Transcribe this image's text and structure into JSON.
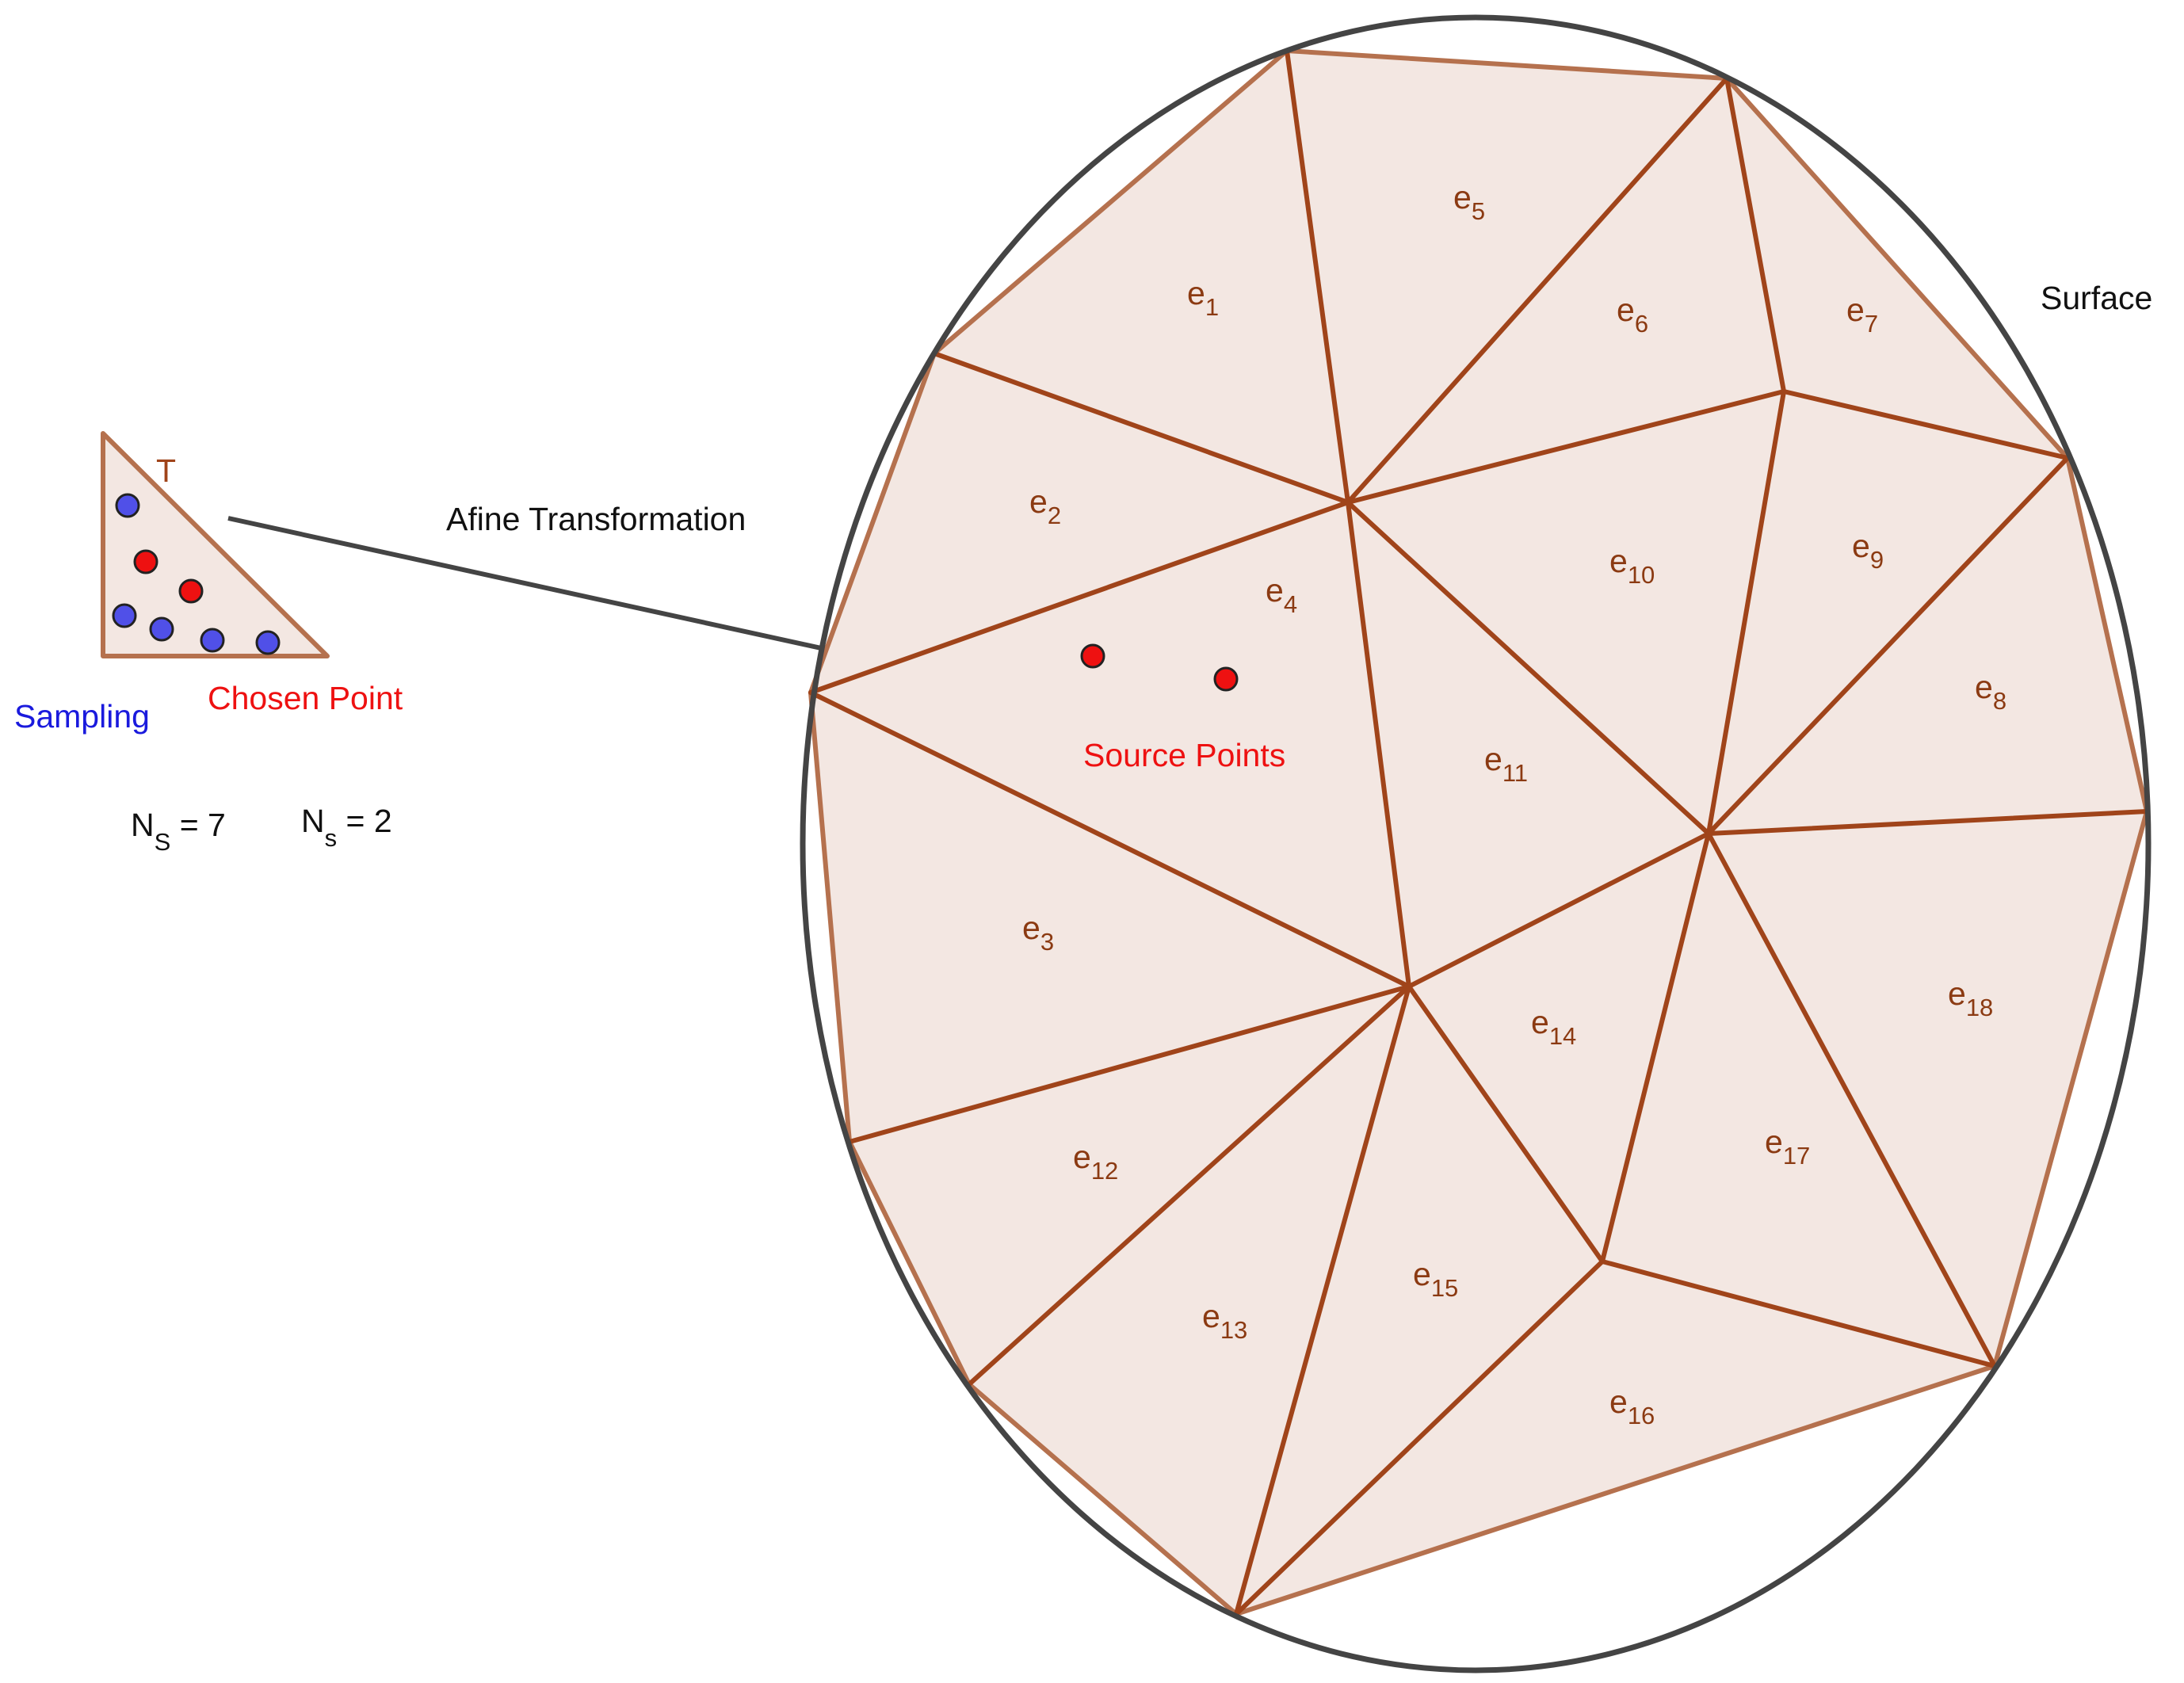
{
  "labels": {
    "reference_triangle": "T",
    "transformation": "Afine Transformation",
    "sampling": "Sampling",
    "chosen_point": "Chosen Point",
    "source_points": "Source Points",
    "surface": "Surface",
    "n_sampling_base": "N",
    "n_sampling_sub": "S",
    "n_sampling_value": " = 7",
    "n_source_base": "N",
    "n_source_sub": "s",
    "n_source_value": " = 2"
  },
  "elements": [
    {
      "base": "e",
      "sub": "1"
    },
    {
      "base": "e",
      "sub": "2"
    },
    {
      "base": "e",
      "sub": "3"
    },
    {
      "base": "e",
      "sub": "4"
    },
    {
      "base": "e",
      "sub": "5"
    },
    {
      "base": "e",
      "sub": "6"
    },
    {
      "base": "e",
      "sub": "7"
    },
    {
      "base": "e",
      "sub": "8"
    },
    {
      "base": "e",
      "sub": "9"
    },
    {
      "base": "e",
      "sub": "10"
    },
    {
      "base": "e",
      "sub": "11"
    },
    {
      "base": "e",
      "sub": "12"
    },
    {
      "base": "e",
      "sub": "13"
    },
    {
      "base": "e",
      "sub": "14"
    },
    {
      "base": "e",
      "sub": "15"
    },
    {
      "base": "e",
      "sub": "16"
    },
    {
      "base": "e",
      "sub": "17"
    },
    {
      "base": "e",
      "sub": "18"
    }
  ],
  "colors": {
    "mesh_edge": "#A0441A",
    "boundary_edge": "#B5714E",
    "mesh_fill": "#F3E7E2",
    "surface_outline": "#444444",
    "sampling_point": "#5050E8",
    "chosen_point": "#EE1111",
    "sampling_text": "#1A1ADD",
    "chosen_text": "#EE1111",
    "element_text": "#8B3A12"
  }
}
